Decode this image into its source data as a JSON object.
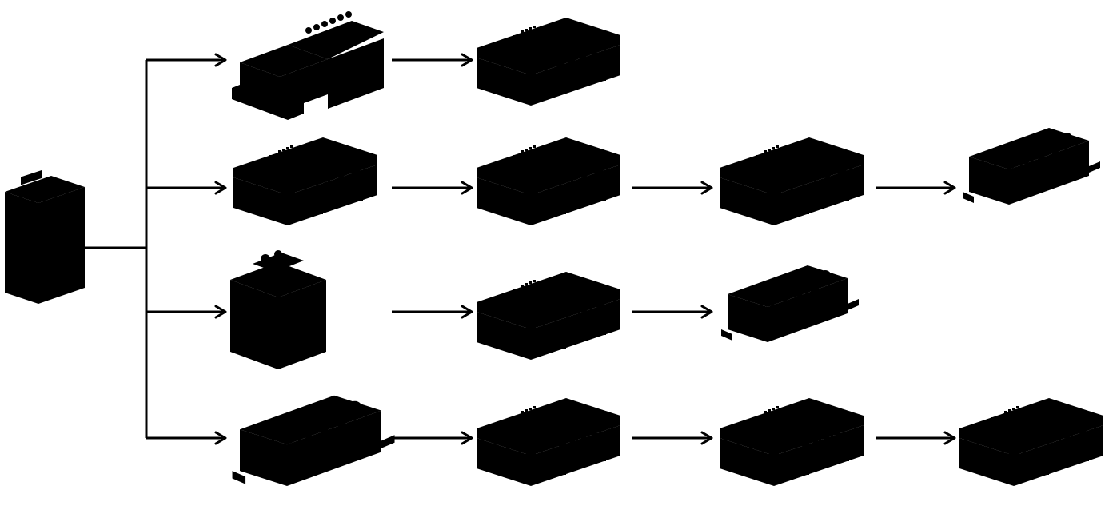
{
  "diagram": {
    "type": "device-connection-tree",
    "root_device": "bus-coupler",
    "branches": [
      {
        "devices": [
          "valve-terminal-manifold",
          "io-module-8-port"
        ]
      },
      {
        "devices": [
          "io-module-8-port",
          "io-module-8-port",
          "io-module-8-port",
          "io-module-finned-8-port"
        ]
      },
      {
        "devices": [
          "valve-terminal-compact",
          "io-module-8-port",
          "io-module-finned-8-port"
        ]
      },
      {
        "devices": [
          "io-module-finned-8-port",
          "io-module-16-port",
          "io-module-16-port",
          "io-module-8-port"
        ]
      }
    ],
    "colors": {
      "line": "#000000",
      "background": "#ffffff"
    }
  }
}
